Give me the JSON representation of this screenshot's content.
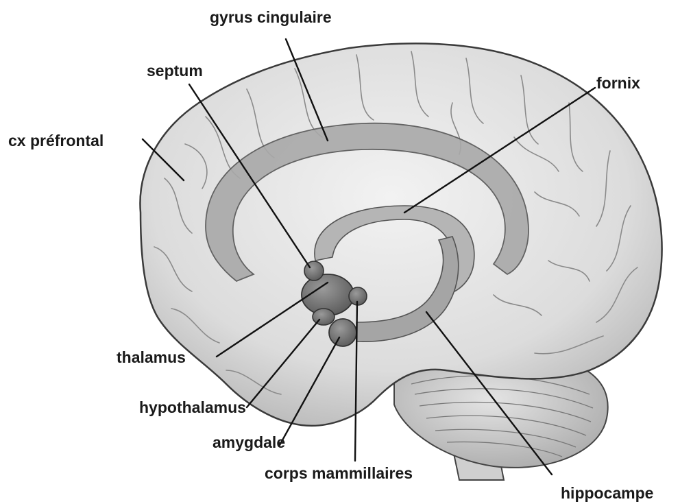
{
  "labels": {
    "gyrus_cingulaire": "gyrus cingulaire",
    "septum": "septum",
    "fornix": "fornix",
    "cx_prefrontal": "cx préfrontal",
    "thalamus": "thalamus",
    "hypothalamus": "hypothalamus",
    "amygdale": "amygdale",
    "corps_mammillaires": "corps mammillaires",
    "hippocampe": "hippocampe"
  }
}
